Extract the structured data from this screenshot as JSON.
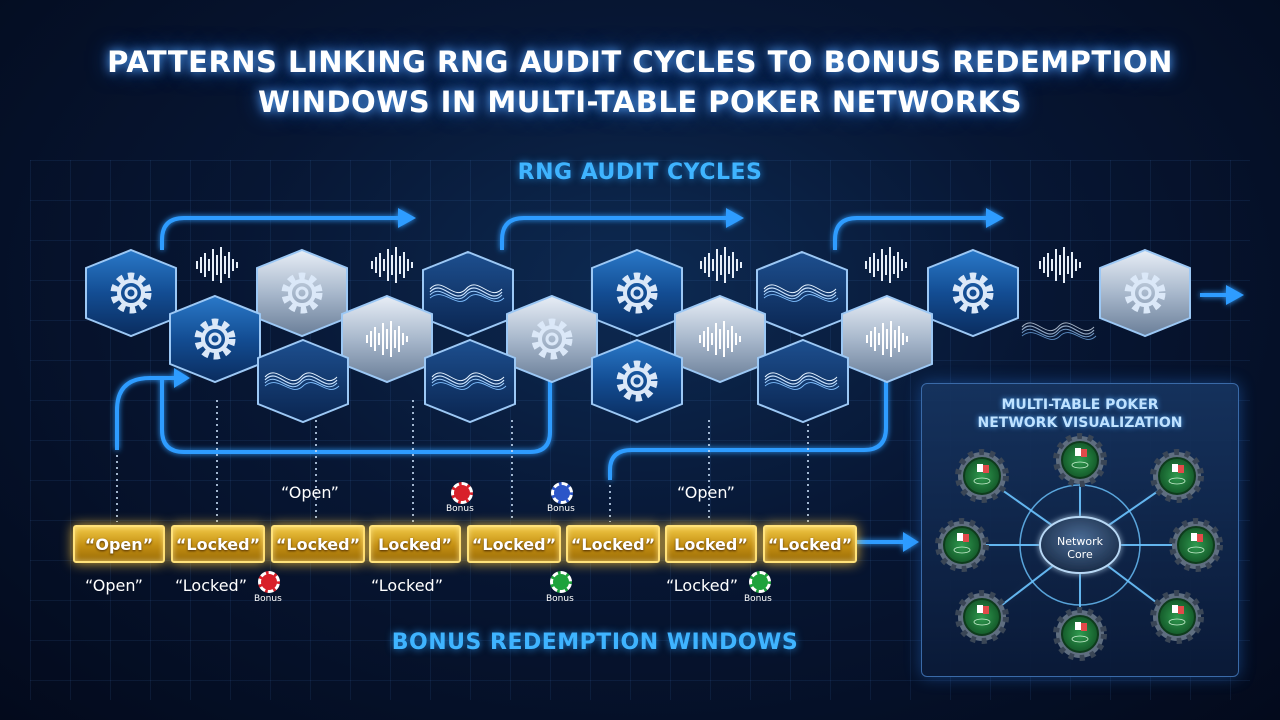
{
  "title": {
    "line1": "PATTERNS LINKING RNG AUDIT CYCLES TO BONUS REDEMPTION",
    "line2": "WINDOWS IN MULTI-TABLE POKER NETWORKS"
  },
  "sections": {
    "rng_audit": "RNG AUDIT CYCLES",
    "bonus_windows": "BONUS REDEMPTION WINDOWS"
  },
  "windows": [
    "“Open”",
    "“Locked”",
    "“Locked”",
    "Locked”",
    "“Locked”",
    "“Locked”",
    "Locked”",
    "“Locked”"
  ],
  "labels_above": [
    "“Open”",
    "“Open”"
  ],
  "labels_below": [
    "“Open”",
    "“Locked”",
    "“Locked”",
    "“Locked”"
  ],
  "bonus_chip_label": "Bonus",
  "network": {
    "title_line1": "MULTI-TABLE POKER",
    "title_line2": "NETWORK VISUALIZATION",
    "core_line1": "Network",
    "core_line2": "Core"
  },
  "colors": {
    "accent_blue": "#3fb4ff",
    "window_gold": "#e0b21f",
    "chip_red": "#d8202a",
    "chip_blue": "#2c55c8",
    "chip_green": "#1ea23c",
    "table_felt": "#1c7a3a"
  },
  "icons": [
    "gear-icon",
    "waveform-icon",
    "arrow-right-icon",
    "poker-chip-icon",
    "poker-table-icon"
  ]
}
